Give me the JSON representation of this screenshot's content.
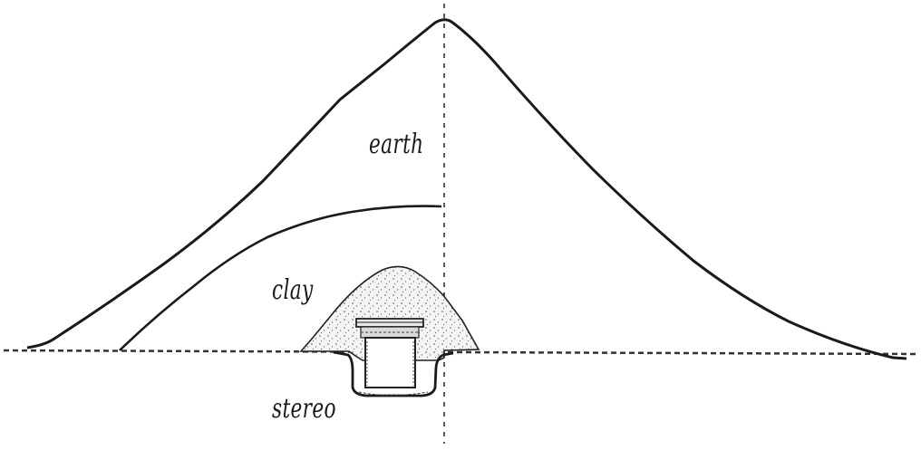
{
  "diagram": {
    "labels": {
      "earth": "earth",
      "clay": "clay",
      "stereo": "stereo"
    }
  }
}
